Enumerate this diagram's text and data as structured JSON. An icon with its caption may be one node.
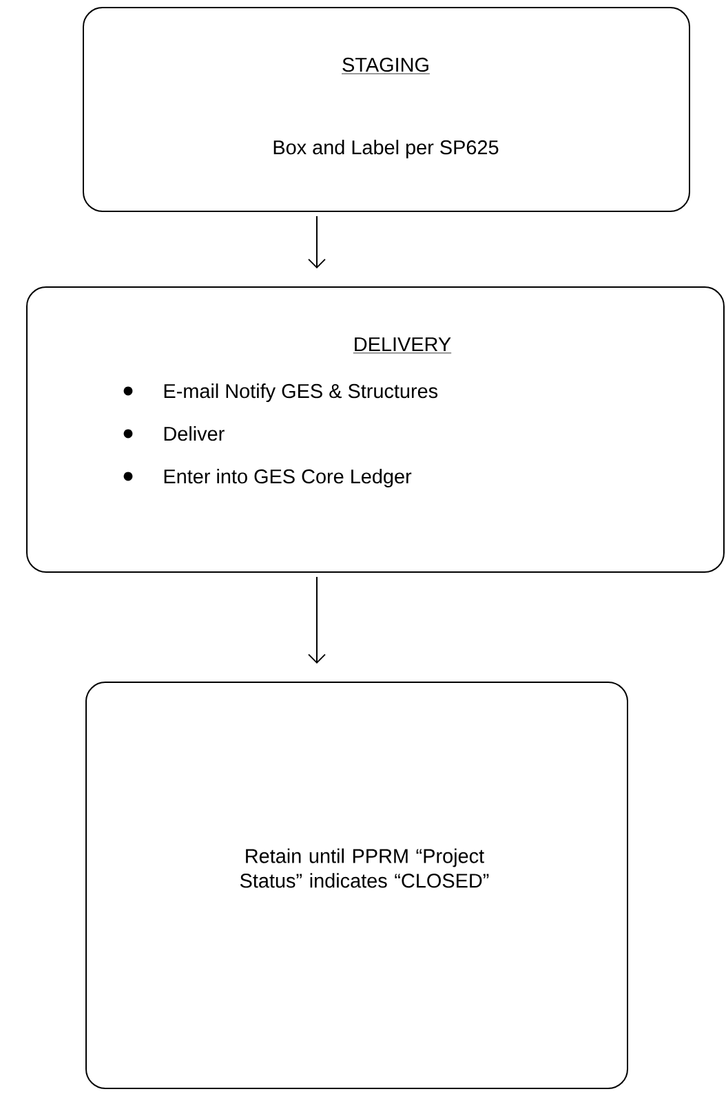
{
  "diagram": {
    "nodes": [
      {
        "text": [
          "STAGING",
          "Box and Label per SP625"
        ]
      },
      {
        "text": [
          "DELIVERY",
          "E-mail Notify GES & Structures",
          "Deliver",
          "Enter into GES Core Ledger"
        ]
      },
      {
        "text": [
          "Retain until PPRM “Project Status” indicates “CLOSED”"
        ]
      }
    ],
    "edges": [
      {
        "from": 0,
        "to": 1,
        "arrow": "to"
      },
      {
        "from": 1,
        "to": 2,
        "arrow": "to"
      }
    ]
  }
}
